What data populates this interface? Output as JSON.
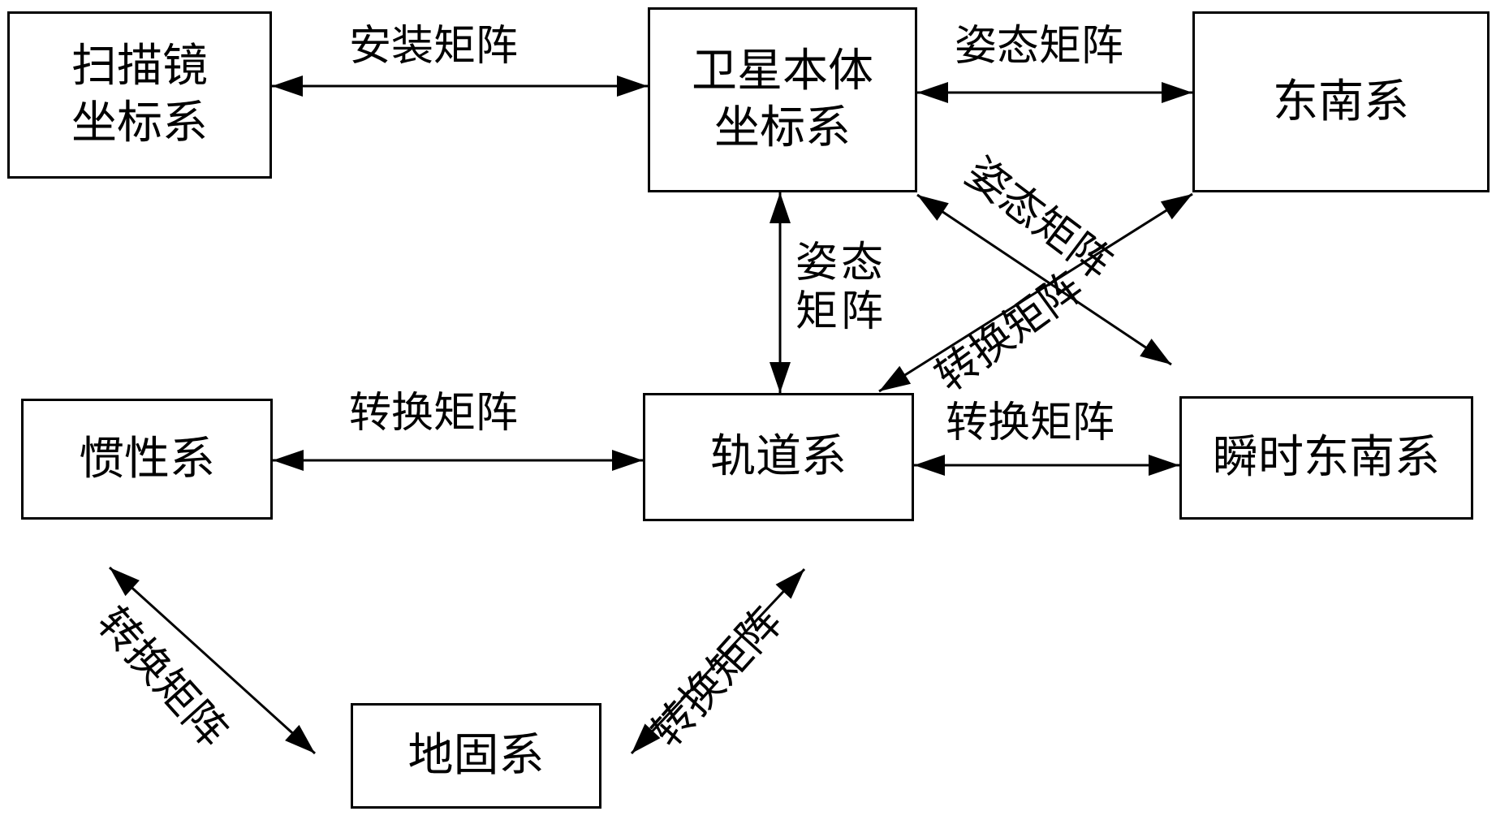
{
  "diagram": {
    "nodes": {
      "scan_mirror": "扫描镜\n坐标系",
      "satellite_body": "卫星本体\n坐标系",
      "southeast": "东南系",
      "inertial": "惯性系",
      "orbital": "轨道系",
      "instant_southeast": "瞬时东南系",
      "earth_fixed": "地固系"
    },
    "edges": {
      "scan_to_satellite": "安装矩阵",
      "satellite_to_southeast": "姿态矩阵",
      "satellite_to_orbital": "姿态\n矩阵",
      "satellite_to_instant_southeast": "姿态矩阵",
      "orbital_to_southeast": "转换矩阵",
      "inertial_to_orbital": "转换矩阵",
      "orbital_to_instant_southeast": "转换矩阵",
      "inertial_to_earth": "转换矩阵",
      "orbital_to_earth": "转换矩阵"
    },
    "colors": {
      "line": "#000000",
      "background": "#ffffff"
    }
  }
}
